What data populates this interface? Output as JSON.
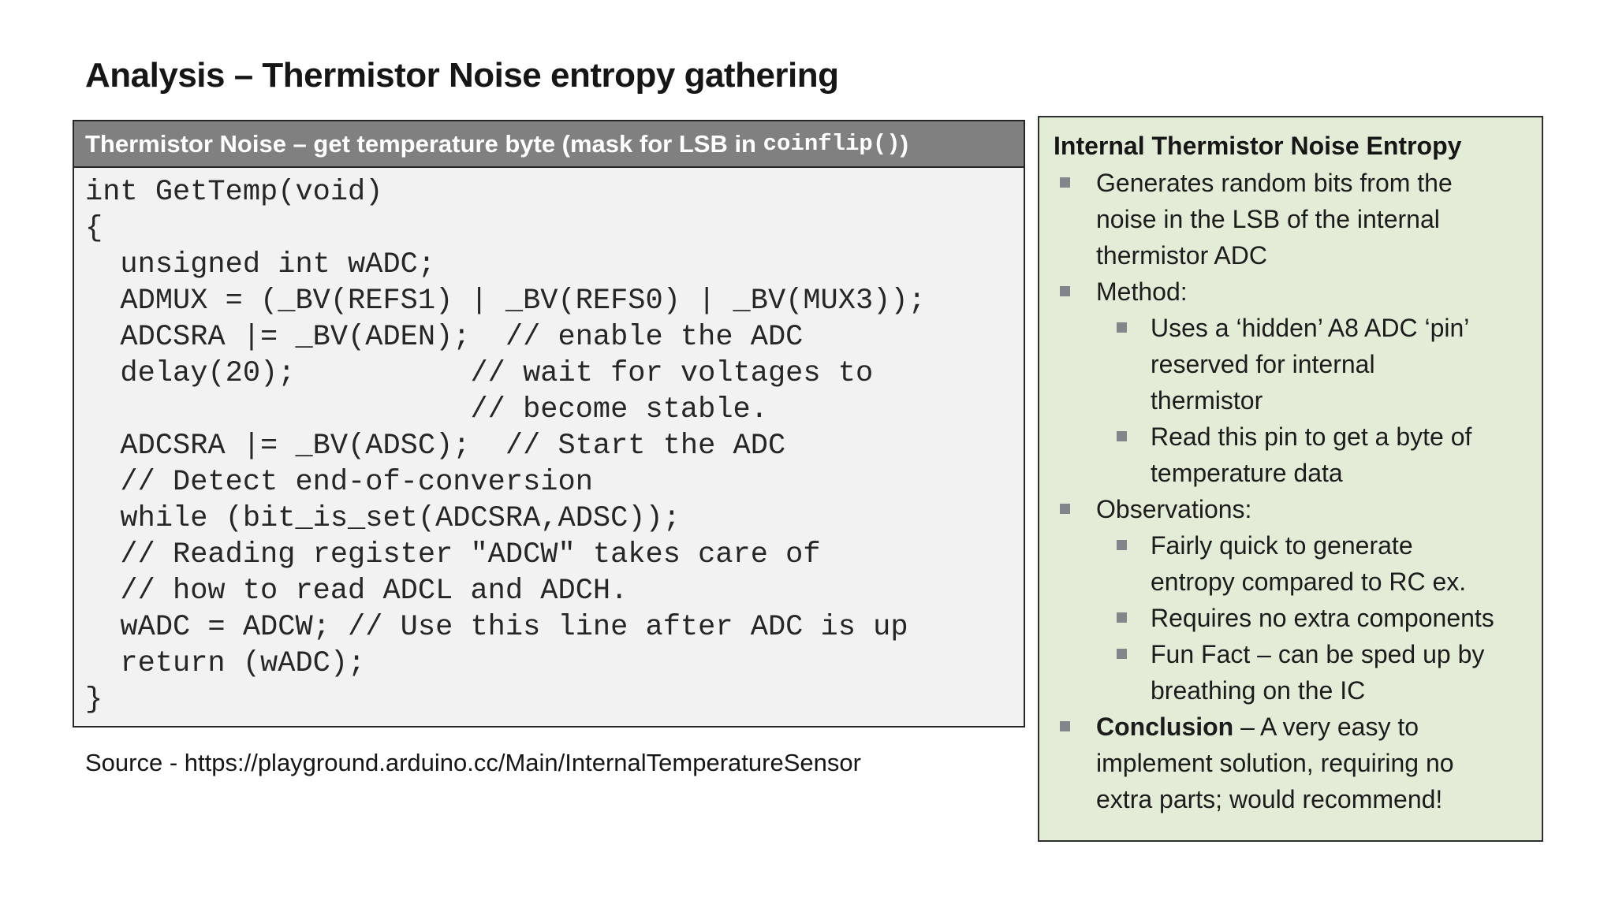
{
  "slide": {
    "title": "Analysis – Thermistor Noise entropy gathering",
    "source": "Source - https://playground.arduino.cc/Main/InternalTemperatureSensor"
  },
  "code_panel": {
    "header_text": "Thermistor Noise – get temperature byte (mask for LSB in ",
    "header_mono": "coinflip()",
    "header_suffix": ")",
    "code_lines": [
      "int GetTemp(void)",
      "{",
      "  unsigned int wADC;",
      "  ADMUX = (_BV(REFS1) | _BV(REFS0) | _BV(MUX3));",
      "  ADCSRA |= _BV(ADEN);  // enable the ADC",
      "  delay(20);          // wait for voltages to",
      "                      // become stable.",
      "  ADCSRA |= _BV(ADSC);  // Start the ADC",
      "  // Detect end-of-conversion",
      "  while (bit_is_set(ADCSRA,ADSC));",
      "  // Reading register \"ADCW\" takes care of",
      "  // how to read ADCL and ADCH.",
      "  wADC = ADCW; // Use this line after ADC is up",
      "  return (wADC);",
      "}"
    ]
  },
  "notes_panel": {
    "title": "Internal Thermistor Noise Entropy",
    "bullets": [
      {
        "level": 1,
        "lines": [
          "Generates random bits from the",
          "noise in the LSB of the internal",
          "thermistor ADC"
        ]
      },
      {
        "level": 1,
        "lines": [
          "Method:"
        ]
      },
      {
        "level": 2,
        "lines": [
          "Uses a ‘hidden’ A8 ADC ‘pin’",
          "reserved for internal",
          "thermistor"
        ]
      },
      {
        "level": 2,
        "lines": [
          "Read this pin to get a byte of",
          "temperature data"
        ]
      },
      {
        "level": 1,
        "lines": [
          "Observations:"
        ]
      },
      {
        "level": 2,
        "lines": [
          "Fairly quick to generate",
          "entropy compared to RC ex."
        ]
      },
      {
        "level": 2,
        "lines": [
          "Requires no extra components"
        ]
      },
      {
        "level": 2,
        "lines": [
          "Fun Fact – can be sped up by",
          "breathing on the IC"
        ]
      },
      {
        "level": 1,
        "bold": "Conclusion",
        "lines": [
          " – A very easy to",
          "implement solution, requiring no",
          "extra parts; would recommend!"
        ]
      }
    ]
  },
  "colors": {
    "code_header_bg": "#808080",
    "code_body_bg": "#f2f2f2",
    "notes_bg": "#e3ecd7",
    "bullet_marker": "#82868a",
    "border": "#262626"
  }
}
